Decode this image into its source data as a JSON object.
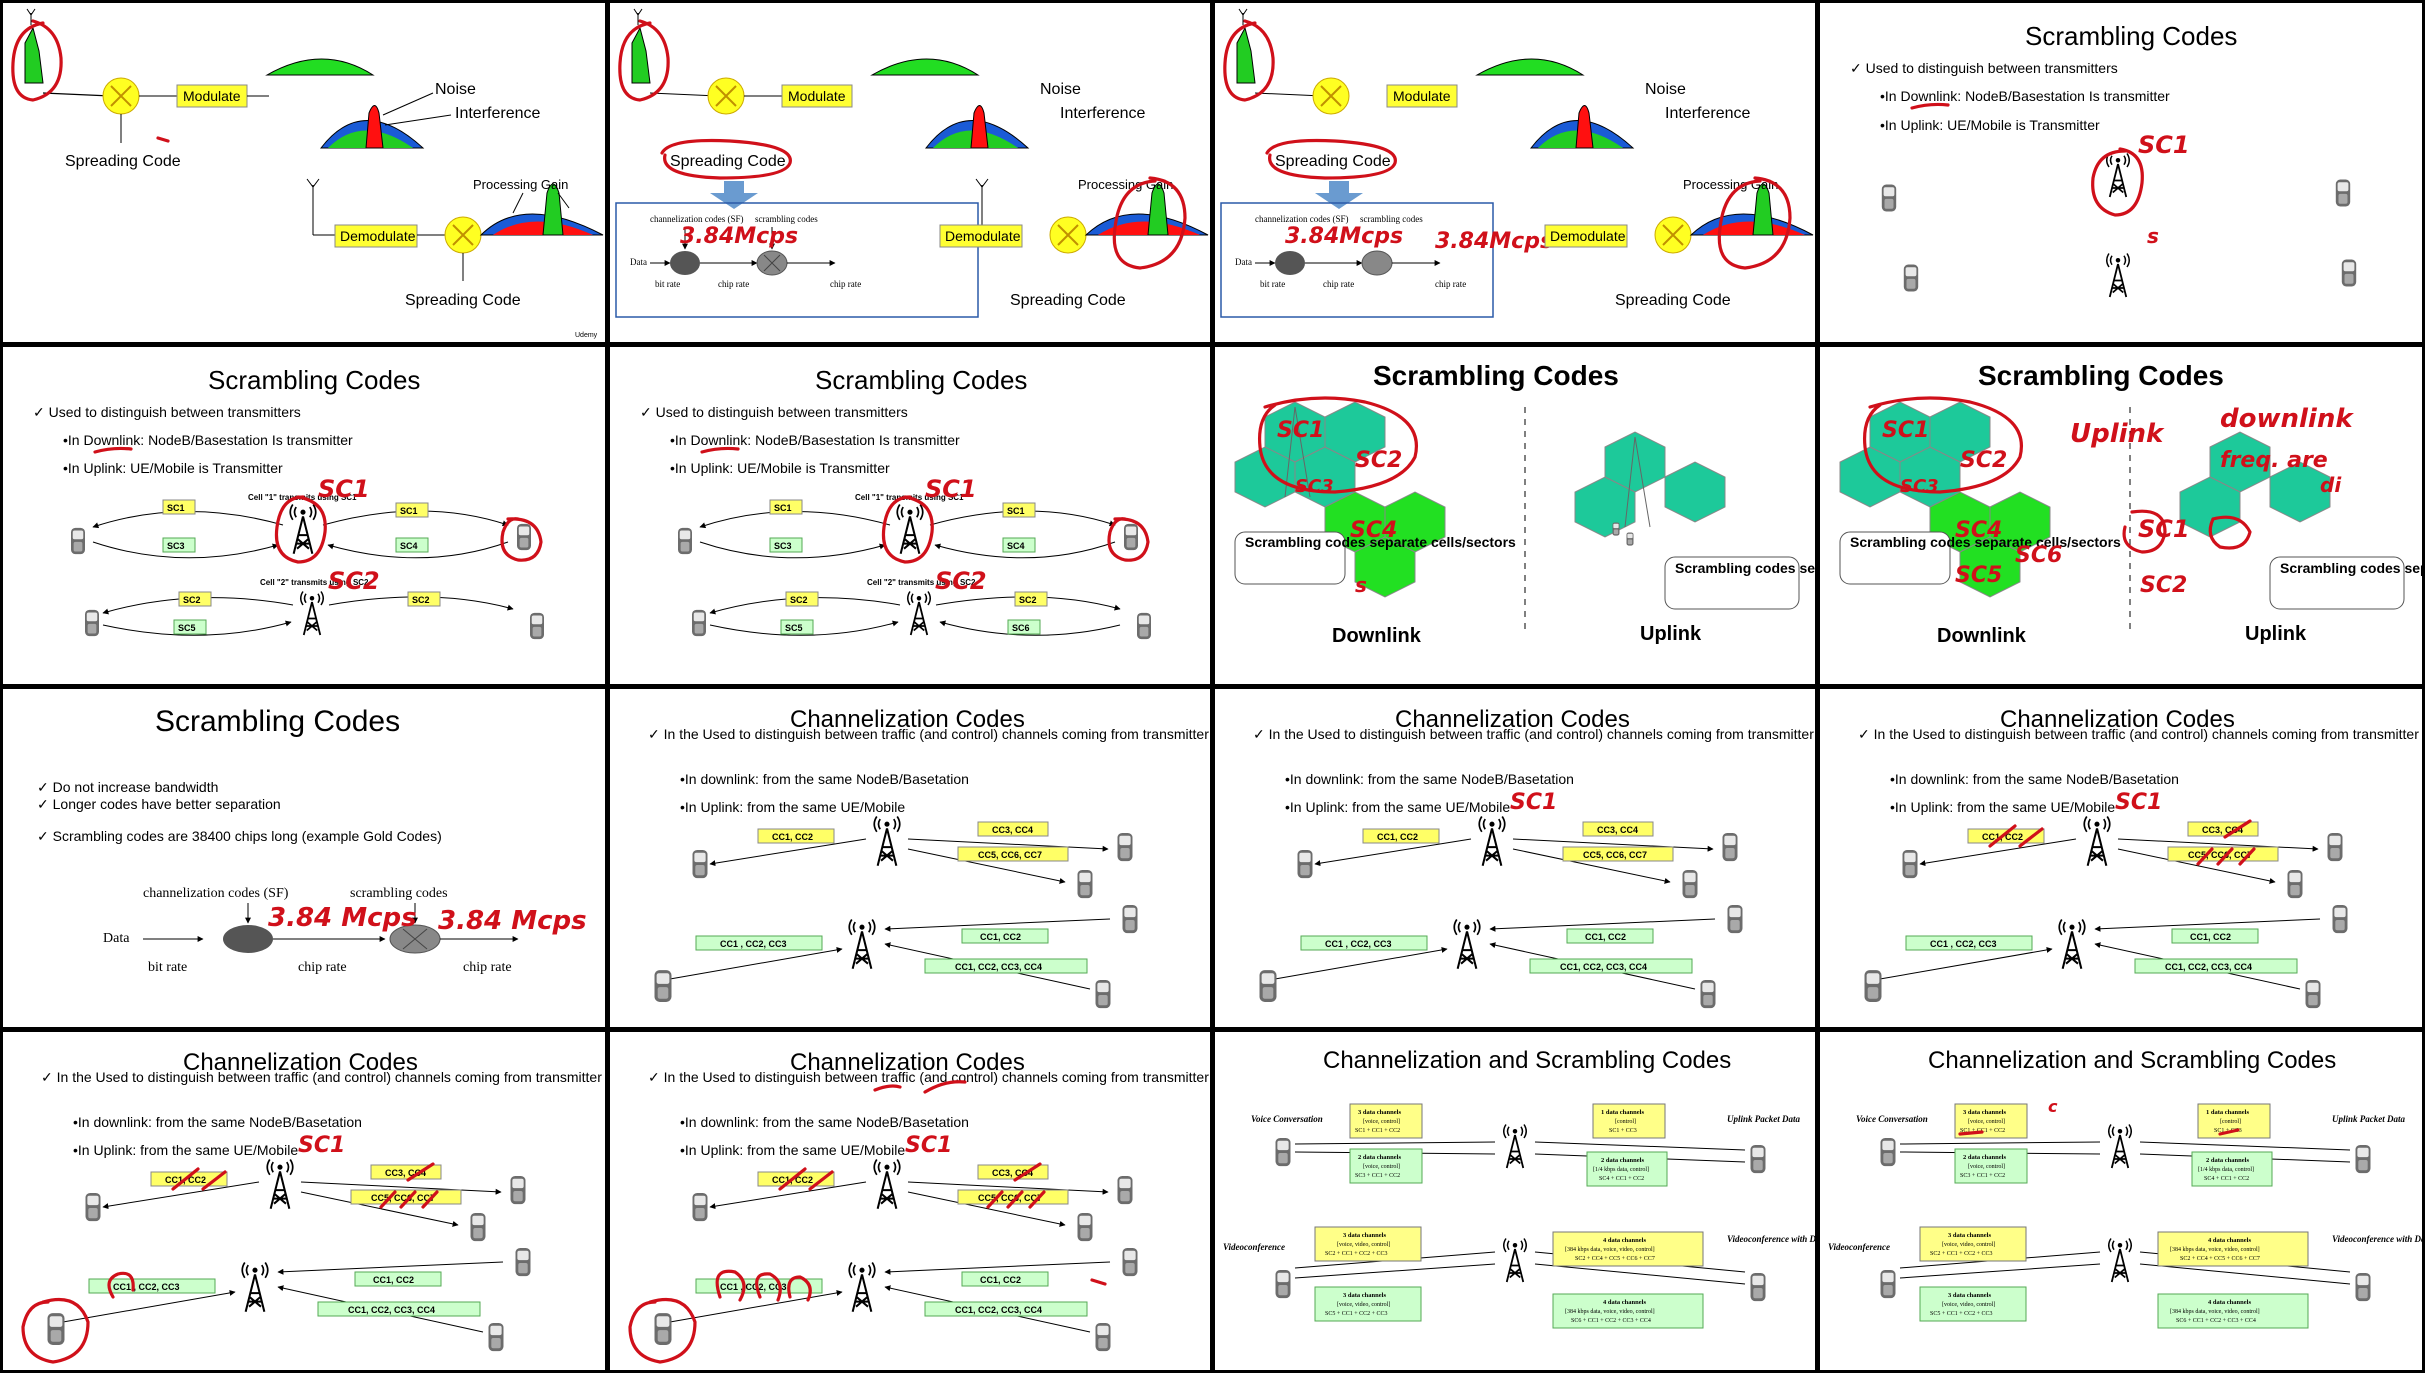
{
  "common": {
    "modulate": "Modulate",
    "demodulate": "Demodulate",
    "spreading_code": "Spreading Code",
    "noise": "Noise",
    "interference": "Interference",
    "processing_gain": "Processing Gain",
    "channelization_label": "channelization codes (SF)",
    "scrambling_label": "scrambling codes",
    "data": "Data",
    "bit_rate": "bit rate",
    "chip_rate": "chip rate",
    "watermark": "Udemy"
  },
  "annotations": {
    "mcps": "3.84 Mcps",
    "mcps_short": "3.84Mcps",
    "sc1": "SC1",
    "sc2": "SC2",
    "sc3": "SC3",
    "sc4": "SC4",
    "sc5": "SC5",
    "sc6": "SC6",
    "s": "s",
    "uplink": "Uplink",
    "downlink": "downlink",
    "freq": "freq. are",
    "di": "di",
    "c": "c"
  },
  "scrambling": {
    "title": "Scrambling Codes",
    "b1": "Used to distinguish between transmitters",
    "b2a": "In ",
    "b2b": "Downlink",
    "b2c": ": NodeB/Basestation Is transmitter",
    "b3": "In Uplink: UE/Mobile is Transmitter",
    "cell1": "Cell \"1\" transmits using SC1",
    "cell2": "Cell \"2\" transmits using SC2",
    "sc_labels": [
      "SC1",
      "SC3",
      "SC1",
      "SC4",
      "SC2",
      "SC5",
      "SC2",
      "SC6"
    ],
    "downlink": "Downlink",
    "uplink": "Uplink",
    "callout_dl": "Scrambling codes separate cells/sectors",
    "callout_ul": "Scrambling codes separate different mobiles",
    "p1": "Do not increase bandwidth",
    "p2": "Longer codes have better separation",
    "p3": "Scrambling codes are 38400 chips long (example Gold Codes)"
  },
  "channelization": {
    "title": "Channelization Codes",
    "b1": "In the Used to distinguish between traffic (and control) channels coming from transmitter",
    "b2": "In downlink: from the same NodeB/Basetation",
    "b3": "In Uplink: from the same UE/Mobile",
    "cc12": "CC1, CC2",
    "cc34": "CC3, CC4",
    "cc567": "CC5, CC6, CC7",
    "cc123": "CC1 , CC2, CC3",
    "cc1234": "CC1, CC2, CC3, CC4"
  },
  "combined": {
    "title": "Channelization and Scrambling Codes",
    "voice": "Voice Conversation",
    "uplink_packet": "Uplink Packet Data",
    "video": "Videoconference",
    "video_data": "Videoconference with Data",
    "box1_t": "3 data channels",
    "box1_s": "[voice, control]",
    "box1_c": "SC1 + CC1 + CC2",
    "box2_t": "2 data channels",
    "box2_s": "[voice, control]",
    "box2_c": "SC3 + CC1 + CC2",
    "box3_t": "1 data channels",
    "box3_s": "[control]",
    "box3_c": "SC1 + CC3",
    "box4_t": "2 data channels",
    "box4_s": "[1/4 kbps data, control]",
    "box4_c": "SC4 + CC1 + CC2",
    "box5_t": "3 data channels",
    "box5_s": "[voice, video, control]",
    "box5_c": "SC2 + CC1 + CC2 + CC3",
    "box6_t": "4 data channels",
    "box6_s": "[384 kbps data, voice, video, control]",
    "box6_c": "SC2 + CC4 + CC5 + CC6 + CC7",
    "box7_t": "3 data channels",
    "box7_s": "[voice, video, control]",
    "box7_c": "SC5 + CC1 + CC2 + CC3",
    "box8_t": "4 data channels",
    "box8_s": "[384 kbps data, voice, video, control]",
    "box8_c": "SC6 + CC1 + CC2 + CC3 + CC4"
  }
}
